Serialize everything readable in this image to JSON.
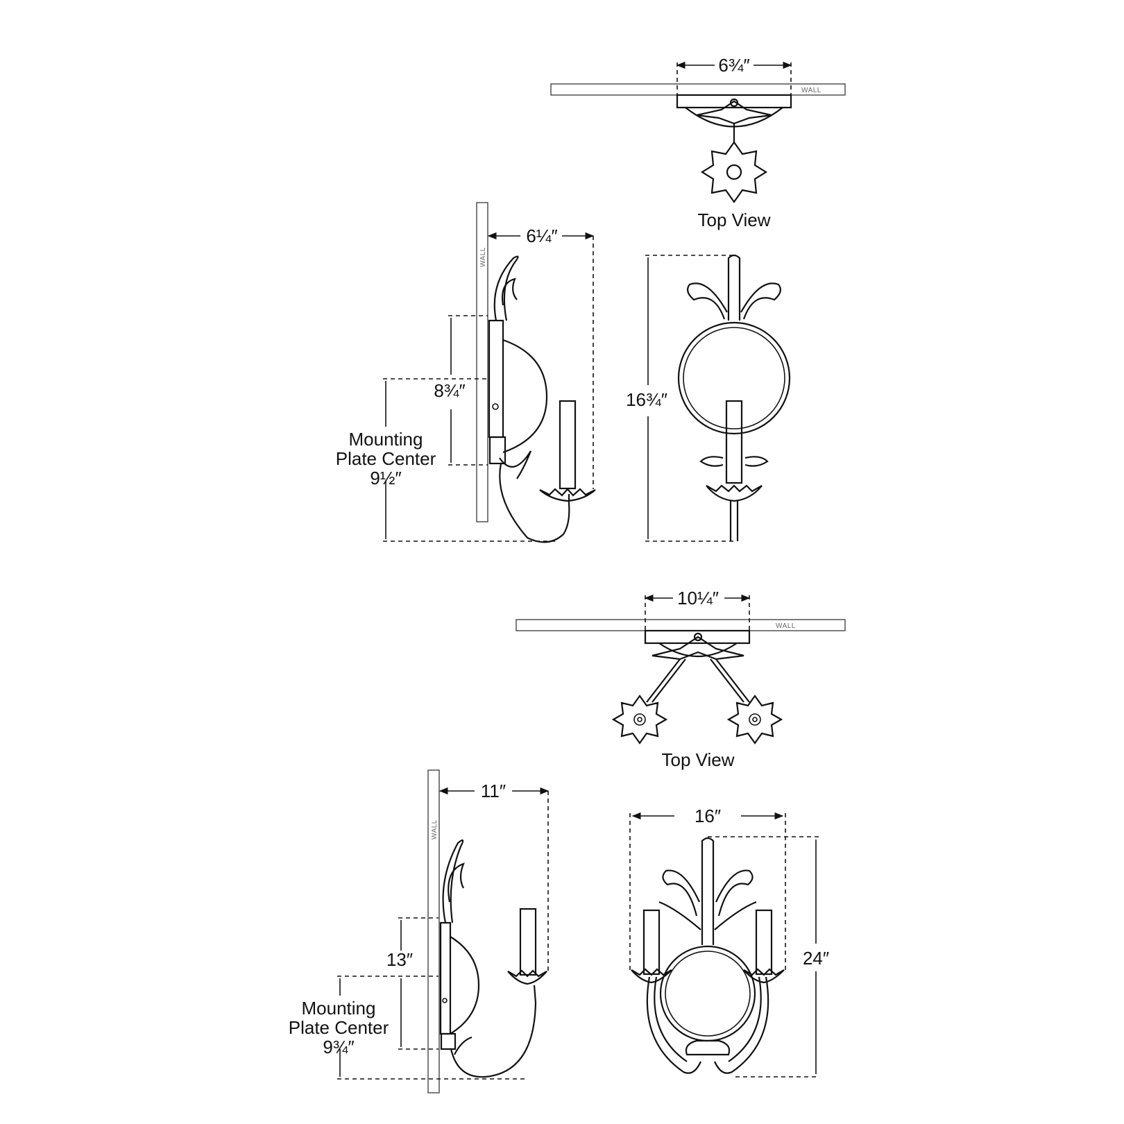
{
  "single_sconce": {
    "top_view": {
      "width_label": "6¾″",
      "wall_label": "WALL",
      "caption": "Top View"
    },
    "side_view": {
      "projection_label": "6¼″",
      "wall_label": "WALL",
      "backplate_label": "8¾″",
      "mounting_label_line1": "Mounting",
      "mounting_label_line2": "Plate Center",
      "mounting_value": "9½″"
    },
    "front_view": {
      "height_label": "16¾″"
    }
  },
  "double_sconce": {
    "top_view": {
      "width_label": "10¼″",
      "wall_label": "WALL",
      "caption": "Top View"
    },
    "side_view": {
      "projection_label": "11″",
      "wall_label": "WALL",
      "backplate_label": "13″",
      "mounting_label_line1": "Mounting",
      "mounting_label_line2": "Plate Center",
      "mounting_value": "9¾″"
    },
    "front_view": {
      "width_label": "16″",
      "height_label": "24″"
    }
  }
}
